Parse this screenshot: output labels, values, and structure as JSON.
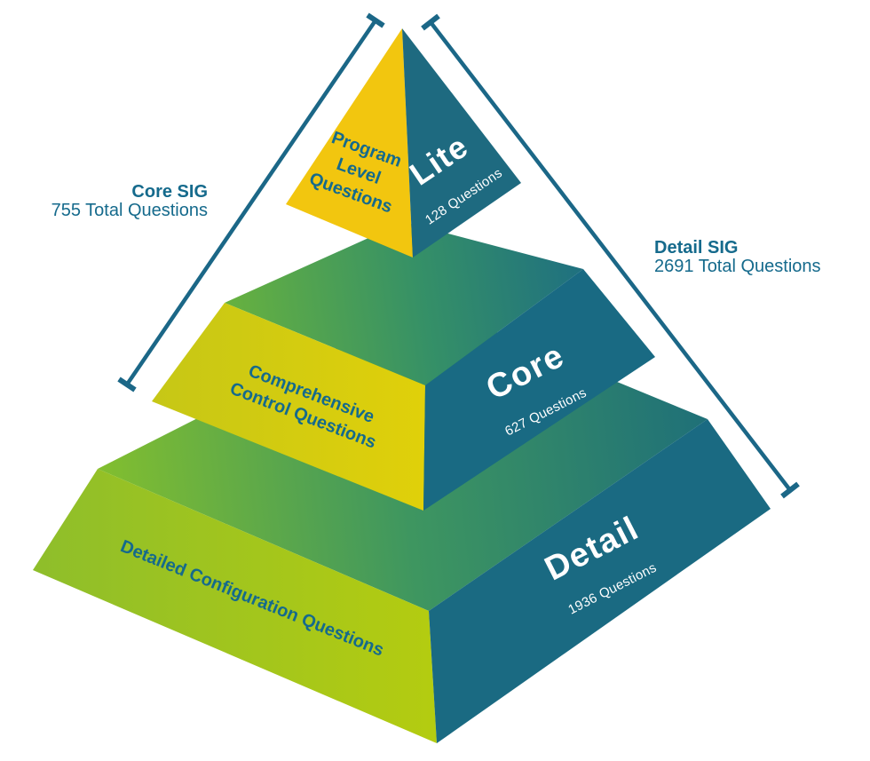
{
  "annotations": {
    "core_sig": {
      "title": "Core SIG",
      "subtitle": "755 Total Questions"
    },
    "detail_sig": {
      "title": "Detail SIG",
      "subtitle": "2691 Total Questions"
    }
  },
  "tiers": [
    {
      "id": "lite",
      "face_label": "Program\nLevel\nQuestions",
      "name": "Lite",
      "questions": "128 Questions"
    },
    {
      "id": "core",
      "face_label": "Comprehensive\nControl Questions",
      "name": "Core",
      "questions": "627 Questions"
    },
    {
      "id": "detail",
      "face_label": "Detailed Configuration Questions",
      "name": "Detail",
      "questions": "1936 Questions"
    }
  ],
  "colors": {
    "background": "#ffffff",
    "tier1_left": "#f2c60f",
    "tier1_right": "#1e6a80",
    "tier2_left_a": "#c6c716",
    "tier2_left_b": "#e0d00a",
    "tier2_right": "#196a83",
    "tier2_top_a": "#68b23e",
    "tier2_top_b": "#359067",
    "tier2_top_c": "#1f7080",
    "tier3_left_a": "#8ebe2b",
    "tier3_left_b": "#b4cc10",
    "tier3_right": "#1a6a82",
    "tier3_top_a": "#83bf2e",
    "tier3_top_b": "#3e9660",
    "tier3_top_c": "#1f7078",
    "bracket_line": "#1b6787",
    "label_teal": "#156a8c",
    "label_white": "#ffffff"
  }
}
